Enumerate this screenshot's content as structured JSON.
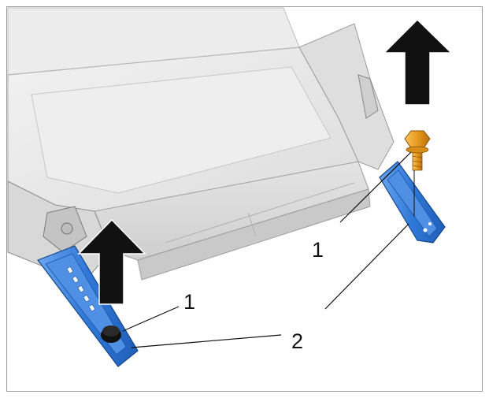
{
  "figure": {
    "callouts": {
      "c1_right": "1",
      "c1_left": "1",
      "c2": "2"
    },
    "arrows": {
      "left": "arrow-up-icon",
      "right": "arrow-up-icon"
    },
    "colors": {
      "rail_blue": "#2f78d8",
      "rail_blue_light": "#6aa4ee",
      "bolt_orange": "#e79a1e",
      "arrow_black": "#111111",
      "seat_grey": "#e6e6e6"
    }
  }
}
